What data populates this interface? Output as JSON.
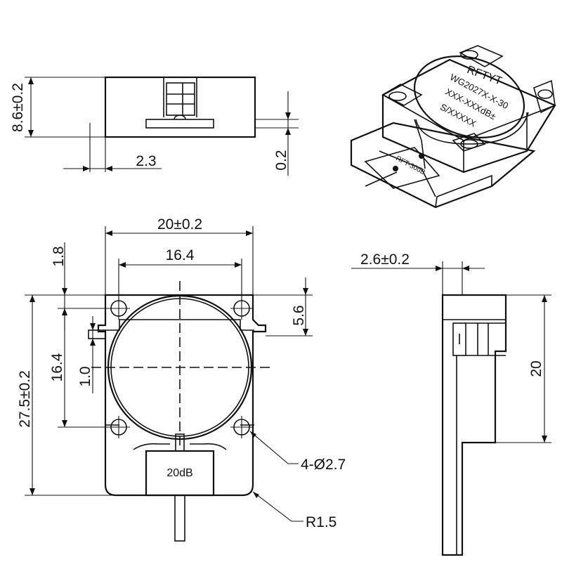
{
  "dimensions": {
    "height_total": "8.6±0.2",
    "lead_offset": "2.3",
    "lead_thickness": "0.2",
    "width": "20±0.2",
    "hole_spacing_x": "16.4",
    "hole_edge_x": "1.8",
    "hole_spacing_y": "16.4",
    "tab_offset": "1.0",
    "length": "27.5±0.2",
    "tab_position": "5.6",
    "side_thickness": "2.6±0.2",
    "side_height": "20",
    "holes": "4-Ø2.7",
    "corner_radius": "R1.5"
  },
  "marking": {
    "brand": "RFTYT",
    "model": "WG2027X-X-30",
    "code": "XXX-XXXdB±",
    "serial": "S/XXXXX",
    "resistor": "RFT-30dB"
  },
  "attenuator_label": "20dB"
}
